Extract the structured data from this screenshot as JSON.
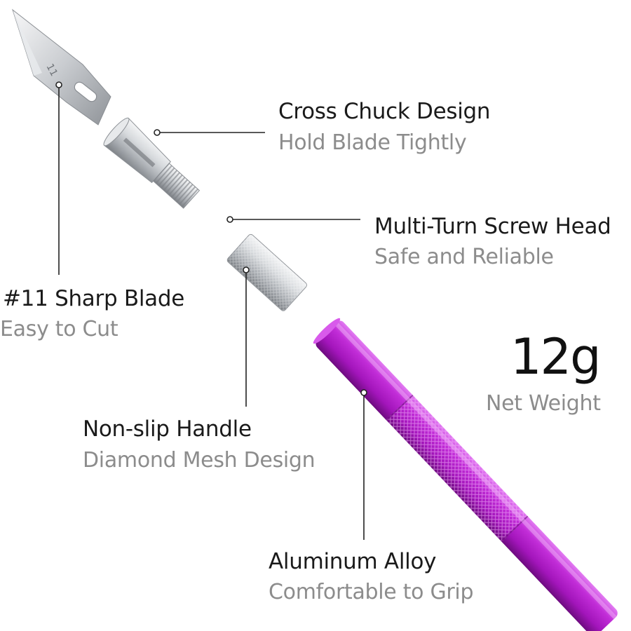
{
  "blade_marking": "11",
  "callouts": {
    "cross_chuck": {
      "title": "Cross Chuck Design",
      "subtitle": "Hold Blade Tightly"
    },
    "screw_head": {
      "title": "Multi-Turn Screw Head",
      "subtitle": "Safe and Reliable"
    },
    "sharp_blade": {
      "title": "#11 Sharp Blade",
      "subtitle": "Easy to Cut"
    },
    "non_slip": {
      "title": "Non-slip Handle",
      "subtitle": "Diamond Mesh Design"
    },
    "alloy": {
      "title": "Aluminum Alloy",
      "subtitle": "Comfortable to Grip"
    }
  },
  "weight": {
    "value": "12g",
    "label": "Net Weight"
  },
  "colors": {
    "handle": "#b21fc8",
    "handle_dark": "#7a0f8e",
    "handle_light": "#e27cf2",
    "metal": "#cfd2d6",
    "metal_dark": "#8d9196",
    "title_text": "#1a1a1a",
    "subtitle_text": "#8c8c8c",
    "leader_line": "#222222"
  }
}
